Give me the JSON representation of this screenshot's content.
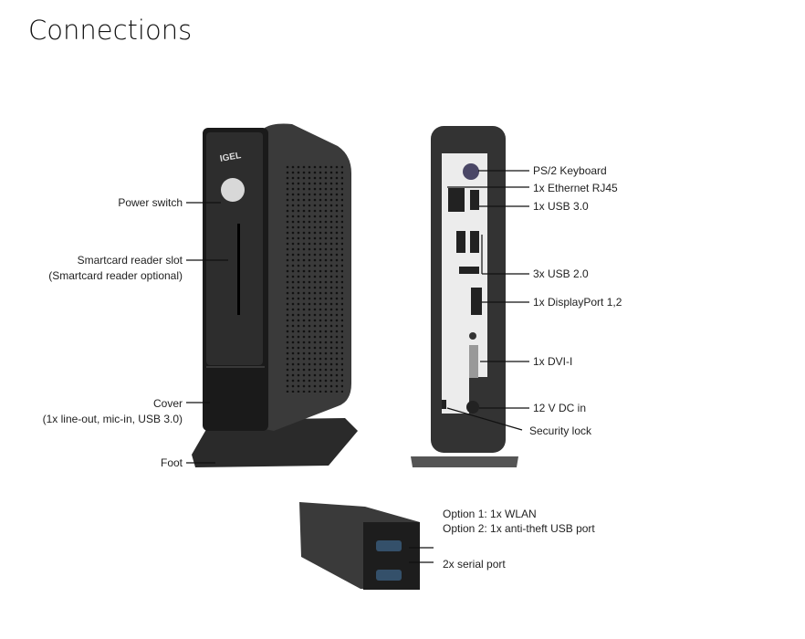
{
  "page": {
    "title": "Connections"
  },
  "front_labels": {
    "power_switch": "Power switch",
    "smartcard_slot": "Smartcard reader slot",
    "smartcard_optional": "(Smartcard reader optional)",
    "cover": "Cover",
    "cover_detail": "(1x line-out, mic-in, USB 3.0)",
    "foot": "Foot"
  },
  "back_labels": {
    "ps2": "PS/2 Keyboard",
    "ethernet": "1x Ethernet RJ45",
    "usb3": "1x USB 3.0",
    "usb2": "3x USB 2.0",
    "displayport": "1x DisplayPort 1,2",
    "dvi": "1x DVI-I",
    "dc": "12 V DC in",
    "lock": "Security lock"
  },
  "bottom_labels": {
    "option1": "Option 1: 1x WLAN",
    "option2": "Option 2: 1x anti-theft USB port",
    "serial": "2x serial port"
  },
  "logo_text": "IGEL"
}
